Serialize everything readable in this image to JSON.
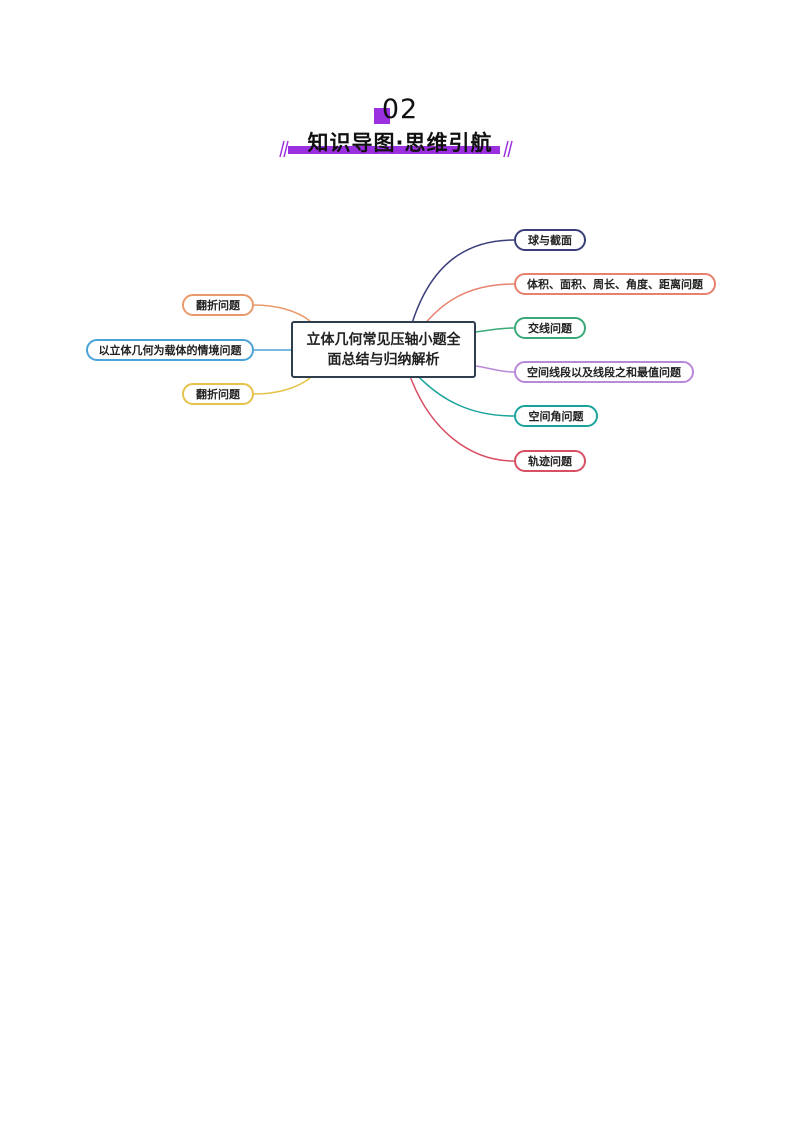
{
  "header": {
    "section_number": "02",
    "section_title": "知识导图·思维引航"
  },
  "mindmap": {
    "center": "立体几何常见压轴小题全面总结与归纳解析",
    "right_branches": [
      {
        "label": "球与截面",
        "color": "#3a3f7a"
      },
      {
        "label": "体积、面积、周长、角度、距离问题",
        "color": "#e8806e"
      },
      {
        "label": "交线问题",
        "color": "#3aaa78"
      },
      {
        "label": "空间线段以及线段之和最值问题",
        "color": "#b889d8"
      },
      {
        "label": "空间角问题",
        "color": "#1aa39a"
      },
      {
        "label": "轨迹问题",
        "color": "#d95065"
      }
    ],
    "left_branches": [
      {
        "label": "翻折问题",
        "color": "#e89a6a"
      },
      {
        "label": "以立体几何为载体的情境问题",
        "color": "#4aa3d8"
      },
      {
        "label": "翻折问题",
        "color": "#e5c24a"
      }
    ]
  }
}
